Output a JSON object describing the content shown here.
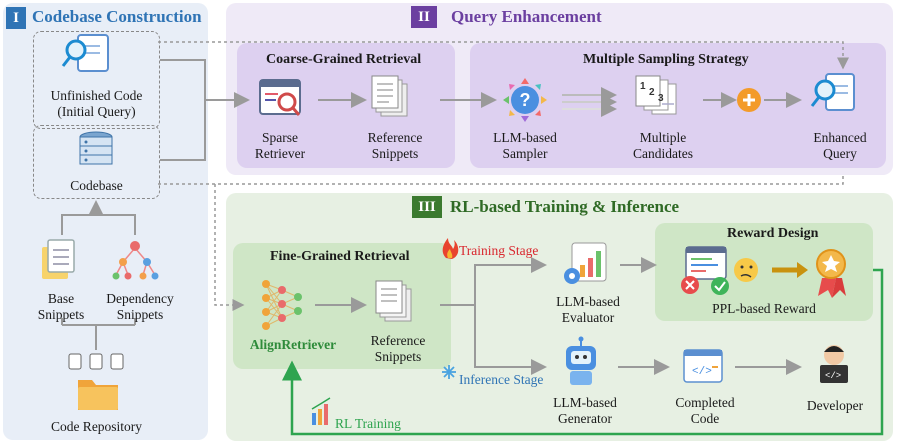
{
  "section1": {
    "numeral": "I",
    "title": "Codebase Construction",
    "unfinished_code": [
      "Unfinished Code",
      "(Initial Query)"
    ],
    "codebase": "Codebase",
    "base_snippets": [
      "Base",
      "Snippets"
    ],
    "dependency_snippets": [
      "Dependency",
      "Snippets"
    ],
    "code_repository": "Code Repository"
  },
  "section2": {
    "numeral": "II",
    "title": "Query Enhancement",
    "coarse_title": "Coarse-Grained Retrieval",
    "sparse_retriever": [
      "Sparse",
      "Retriever"
    ],
    "reference_snippets": [
      "Reference",
      "Snippets"
    ],
    "multiple_sampling_title": "Multiple Sampling Strategy",
    "llm_sampler": [
      "LLM-based",
      "Sampler"
    ],
    "multiple_candidates": [
      "Multiple",
      "Candidates"
    ],
    "enhanced_query": [
      "Enhanced",
      "Query"
    ]
  },
  "section3": {
    "numeral": "III",
    "title": "RL-based Training & Inference",
    "fine_title": "Fine-Grained Retrieval",
    "align_retriever": "AlignRetriever",
    "reference_snippets": [
      "Reference",
      "Snippets"
    ],
    "training_stage": "Training Stage",
    "inference_stage": "Inference Stage",
    "llm_evaluator": [
      "LLM-based",
      "Evaluator"
    ],
    "reward_design_title": "Reward Design",
    "ppl_reward": "PPL-based Reward",
    "llm_generator": [
      "LLM-based",
      "Generator"
    ],
    "completed_code": [
      "Completed",
      "Code"
    ],
    "developer": "Developer",
    "rl_training": "RL Training"
  },
  "colors": {
    "section1_bg": "#e9eef6",
    "section1_accent": "#2f74b5",
    "section2_bg": "#efeaf7",
    "section2_accent": "#6b3fa0",
    "section3_bg": "#e9f1e5",
    "section3_accent": "#3b7a2f",
    "training_red": "#d9272e",
    "inference_blue": "#2f74b5",
    "rl_green": "#2ea44f"
  }
}
